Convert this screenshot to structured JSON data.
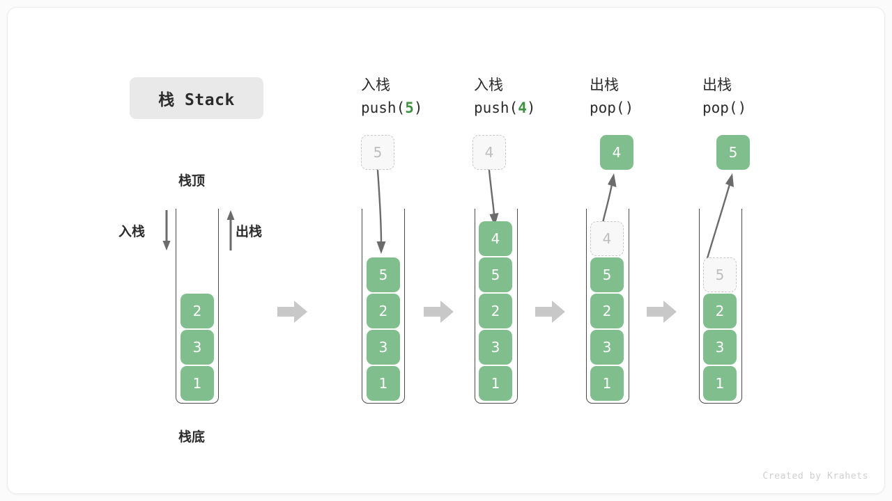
{
  "title": {
    "text": "栈 Stack"
  },
  "colors": {
    "cell_fill": "#81be8e",
    "cell_text": "#ffffff",
    "ghost_fill": "#f8f8f8",
    "ghost_border": "#c9c9c9",
    "ghost_text": "#bdbdbd",
    "tube_stroke": "#4a4a4a",
    "step_arrow": "#c8c8c8",
    "motion_arrow": "#6b6b6b",
    "accent_green": "#3f9142",
    "title_pill_bg": "#e9e9e9",
    "footer_text": "#cfcfcf"
  },
  "annotations": {
    "top": "栈顶",
    "bottom": "栈底",
    "push_side": "入栈",
    "pop_side": "出栈"
  },
  "initial_stack": {
    "cells": [
      "2",
      "3",
      "1"
    ]
  },
  "steps": [
    {
      "id": "push-5",
      "op_cn": "入栈",
      "op_code_prefix": "push(",
      "op_arg": "5",
      "op_code_suffix": ")",
      "floating": {
        "value": "5",
        "style": "ghost",
        "position": "above"
      },
      "motion": "down",
      "cells": [
        "5",
        "2",
        "3",
        "1"
      ],
      "ghost_top": null
    },
    {
      "id": "push-4",
      "op_cn": "入栈",
      "op_code_prefix": "push(",
      "op_arg": "4",
      "op_code_suffix": ")",
      "floating": {
        "value": "4",
        "style": "ghost",
        "position": "above"
      },
      "motion": "down",
      "cells": [
        "4",
        "5",
        "2",
        "3",
        "1"
      ],
      "ghost_top": null
    },
    {
      "id": "pop-4",
      "op_cn": "出栈",
      "op_code_prefix": "pop(",
      "op_arg": "",
      "op_code_suffix": ")",
      "floating": {
        "value": "4",
        "style": "solid",
        "position": "above"
      },
      "motion": "up",
      "cells": [
        "5",
        "2",
        "3",
        "1"
      ],
      "ghost_top": "4"
    },
    {
      "id": "pop-5",
      "op_cn": "出栈",
      "op_code_prefix": "pop(",
      "op_arg": "",
      "op_code_suffix": ")",
      "floating": {
        "value": "5",
        "style": "solid",
        "position": "above"
      },
      "motion": "up",
      "cells": [
        "2",
        "3",
        "1"
      ],
      "ghost_top": "5"
    }
  ],
  "footer": {
    "credit": "Created by Krahets"
  }
}
